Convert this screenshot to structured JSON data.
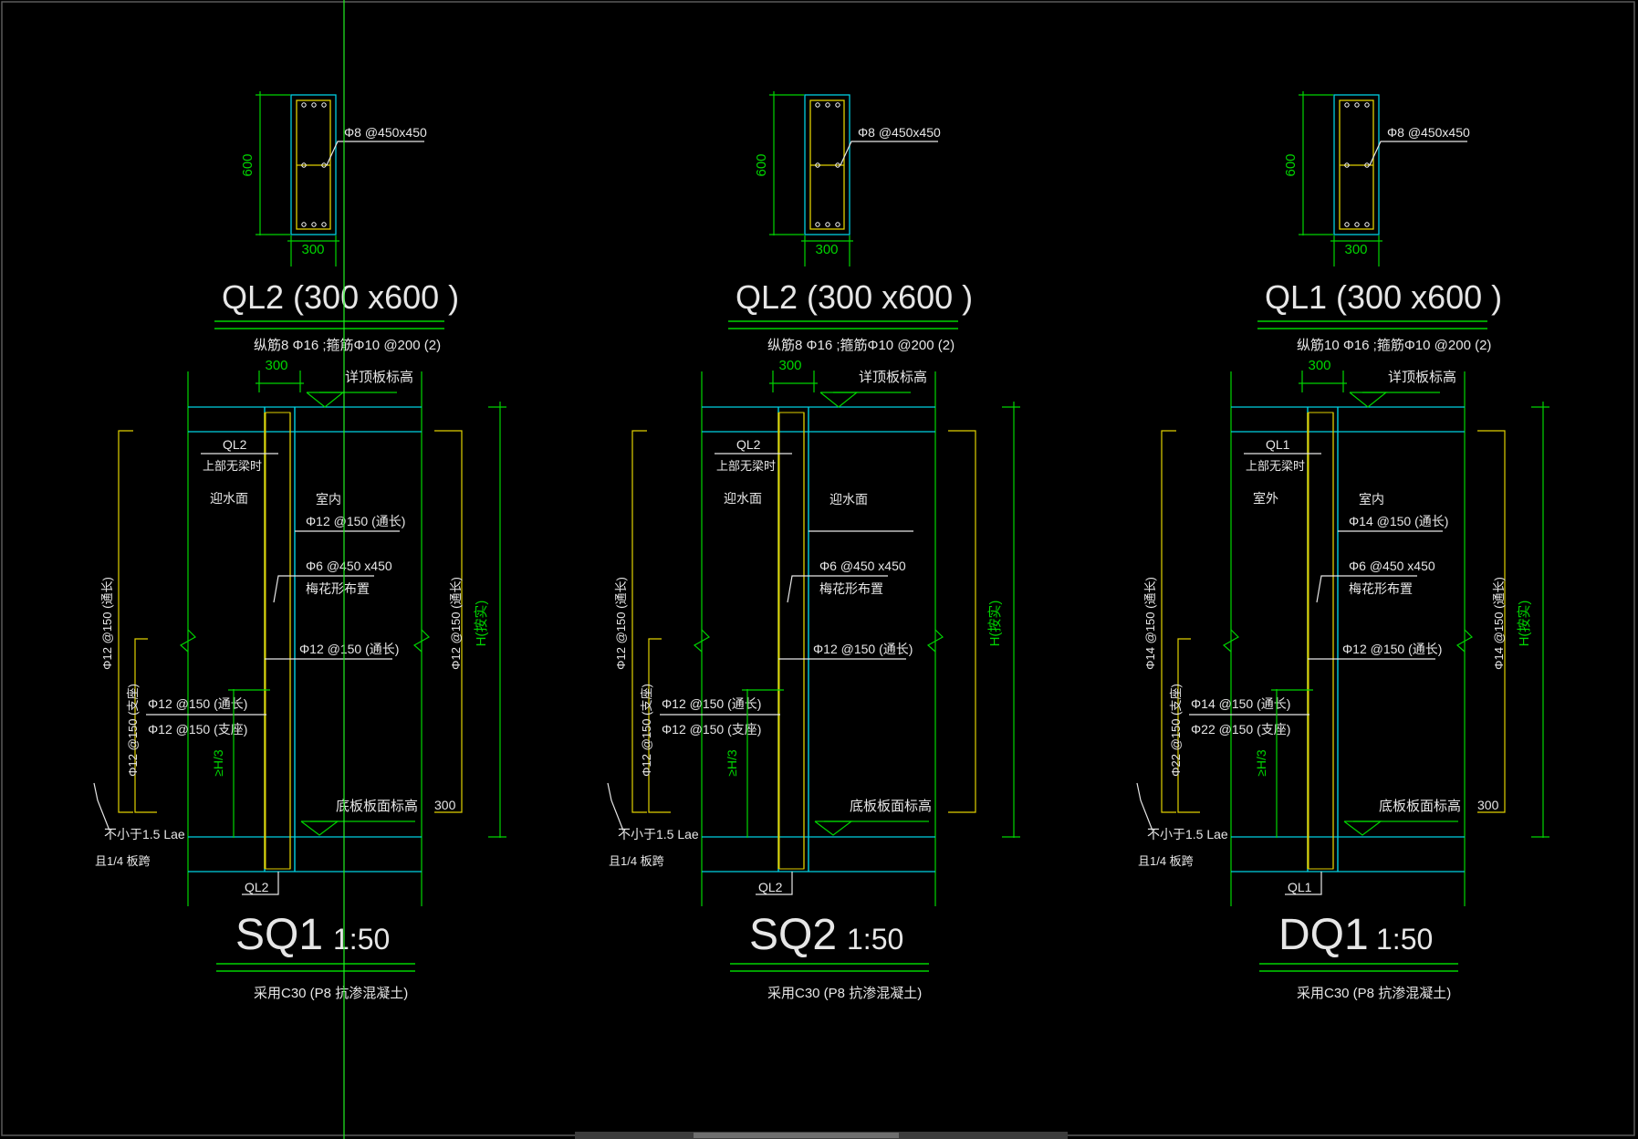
{
  "colors": {
    "background": "#000000",
    "cyan": "#00cfe0",
    "green": "#00d400",
    "yellow": "#e0d000",
    "white": "#e6e6e6",
    "crosshair": "#22ee22"
  },
  "icons": [
    "crosshair-cursor-icon",
    "break-line-icon"
  ],
  "panels": [
    {
      "beam": {
        "size_h": "600",
        "size_w": "300",
        "stirrup_callout": "Φ8 @450x450",
        "title": "QL2 (300 x600 )",
        "rebar_note": "纵筋8 Φ16 ;箍筋Φ10 @200 (2)"
      },
      "wall": {
        "top_dim": "300",
        "top_elev": "详顶板标高",
        "beam_tag": "QL2",
        "beam_note": "上部无梁时",
        "left_face": "迎水面",
        "right_face": "室内",
        "callout_1": "Φ12 @150 (通长)",
        "callout_2": "Φ6 @450 x450",
        "callout_2b": "梅花形布置",
        "callout_3": "Φ12 @150 (通长)",
        "callout_4": "Φ12 @150 (通长)",
        "callout_5": "Φ12 @150 (支座)",
        "left_vert_1": "Φ12 @150 (通长)",
        "left_vert_2": "Φ12 @150 (支座)",
        "right_vert": "Φ12 @150 (通长)",
        "h_third": "≥H/3",
        "h_label": "H(按实)",
        "dim_300": "300",
        "bottom_elev": "底板板面标高",
        "lap_note": "不小于1.5 Lae",
        "lap_note_2": "且1/4 板跨",
        "bottom_tag": "QL2"
      },
      "title": "SQ1",
      "scale": "1:50",
      "concrete_note": "采用C30 (P8 抗渗混凝土)"
    },
    {
      "beam": {
        "size_h": "600",
        "size_w": "300",
        "stirrup_callout": "Φ8 @450x450",
        "title": "QL2 (300 x600 )",
        "rebar_note": "纵筋8 Φ16 ;箍筋Φ10 @200 (2)"
      },
      "wall": {
        "top_dim": "300",
        "top_elev": "详顶板标高",
        "beam_tag": "QL2",
        "beam_note": "上部无梁时",
        "left_face": "迎水面",
        "right_face": "迎水面",
        "callout_1": "",
        "callout_2": "Φ6 @450 x450",
        "callout_2b": "梅花形布置",
        "callout_3": "Φ12 @150 (通长)",
        "callout_4": "Φ12 @150 (通长)",
        "callout_5": "Φ12 @150 (支座)",
        "left_vert_1": "Φ12 @150 (通长)",
        "left_vert_2": "Φ12 @150 (支座)",
        "right_vert": "",
        "h_third": "≥H/3",
        "h_label": "H(按实)",
        "dim_300": "",
        "bottom_elev": "底板板面标高",
        "lap_note": "不小于1.5 Lae",
        "lap_note_2": "且1/4 板跨",
        "bottom_tag": "QL2"
      },
      "title": "SQ2",
      "scale": "1:50",
      "concrete_note": "采用C30 (P8 抗渗混凝土)"
    },
    {
      "beam": {
        "size_h": "600",
        "size_w": "300",
        "stirrup_callout": "Φ8 @450x450",
        "title": "QL1 (300 x600 )",
        "rebar_note": "纵筋10 Φ16 ;箍筋Φ10 @200 (2)"
      },
      "wall": {
        "top_dim": "300",
        "top_elev": "详顶板标高",
        "beam_tag": "QL1",
        "beam_note": "上部无梁时",
        "left_face": "室外",
        "right_face": "室内",
        "callout_1": "Φ14 @150 (通长)",
        "callout_2": "Φ6 @450 x450",
        "callout_2b": "梅花形布置",
        "callout_3": "Φ12 @150 (通长)",
        "callout_4": "Φ14 @150 (通长)",
        "callout_5": "Φ22 @150 (支座)",
        "left_vert_1": "Φ14 @150 (通长)",
        "left_vert_2": "Φ22 @150 (支座)",
        "right_vert": "Φ14 @150 (通长)",
        "h_third": "≥H/3",
        "h_label": "H(按实)",
        "dim_300": "300",
        "bottom_elev": "底板板面标高",
        "lap_note": "不小于1.5 Lae",
        "lap_note_2": "且1/4 板跨",
        "bottom_tag": "QL1"
      },
      "title": "DQ1",
      "scale": "1:50",
      "concrete_note": "采用C30 (P8 抗渗混凝土)"
    }
  ]
}
